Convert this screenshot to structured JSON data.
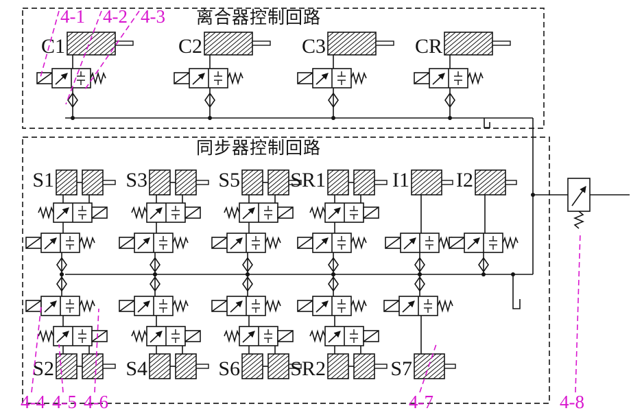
{
  "colors": {
    "accent_magenta": "#d816ce",
    "line_black": "#141414"
  },
  "sections": {
    "clutch": {
      "title": "离合器控制回路"
    },
    "sync": {
      "title": "同步器控制回路"
    }
  },
  "clutch_units": [
    {
      "label": "C1"
    },
    {
      "label": "C2"
    },
    {
      "label": "C3"
    },
    {
      "label": "CR"
    }
  ],
  "sync_top": [
    {
      "label": "S1"
    },
    {
      "label": "S3"
    },
    {
      "label": "S5"
    },
    {
      "label": "SR1"
    }
  ],
  "intermediate": [
    {
      "label": "I1"
    },
    {
      "label": "I2"
    }
  ],
  "sync_bottom": [
    {
      "label": "S2"
    },
    {
      "label": "S4"
    },
    {
      "label": "S6"
    },
    {
      "label": "SR2"
    },
    {
      "label": "S7"
    }
  ],
  "callouts": [
    {
      "label": "4-1"
    },
    {
      "label": "4-2"
    },
    {
      "label": "4-3"
    },
    {
      "label": "4-4"
    },
    {
      "label": "4-5"
    },
    {
      "label": "4-6"
    },
    {
      "label": "4-7"
    },
    {
      "label": "4-8"
    }
  ]
}
